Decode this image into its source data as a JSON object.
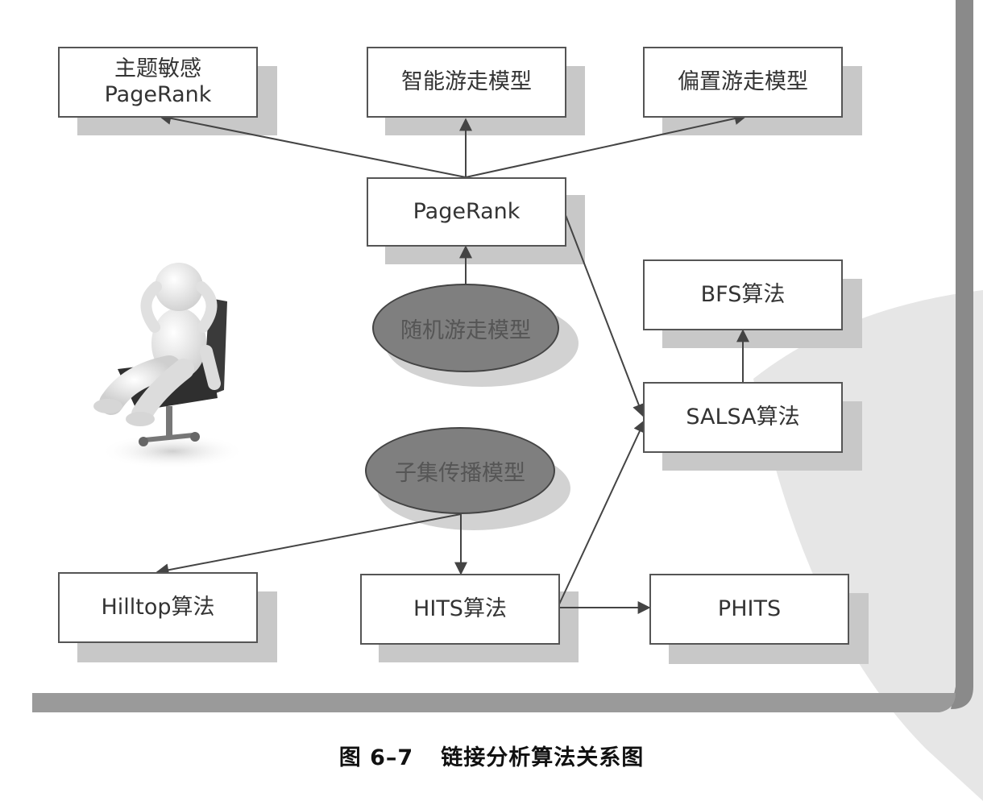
{
  "diagram": {
    "nodes": {
      "topic_sensitive_pagerank": "主题敏感\nPageRank",
      "intelligent_surfer": "智能游走模型",
      "biased_surfer": "偏置游走模型",
      "pagerank": "PageRank",
      "random_walk": "随机游走模型",
      "bfs": "BFS算法",
      "salsa": "SALSA算法",
      "subset_propagation": "子集传播模型",
      "hilltop": "Hilltop算法",
      "hits": "HITS算法",
      "phits": "PHITS"
    },
    "edges": [
      [
        "pagerank",
        "topic_sensitive_pagerank"
      ],
      [
        "pagerank",
        "intelligent_surfer"
      ],
      [
        "pagerank",
        "biased_surfer"
      ],
      [
        "random_walk",
        "pagerank"
      ],
      [
        "pagerank",
        "salsa"
      ],
      [
        "salsa",
        "bfs"
      ],
      [
        "subset_propagation",
        "hilltop"
      ],
      [
        "subset_propagation",
        "hits"
      ],
      [
        "hits",
        "salsa"
      ],
      [
        "hits",
        "phits"
      ]
    ]
  },
  "caption": {
    "figure_number": "图 6–7",
    "title": "链接分析算法关系图"
  }
}
